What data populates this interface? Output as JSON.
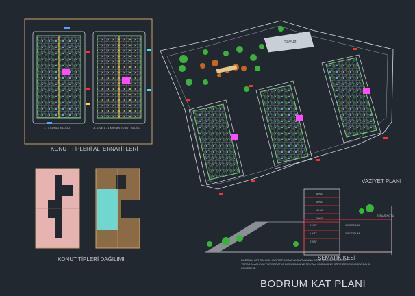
{
  "labels": {
    "types_alt": "KONUT TİPLERİ ALTERNATİFLERİ",
    "types_dist": "KONUT TİPLERİ DAĞILIMI",
    "site_plan": "VAZİYET PLANI",
    "section": "ŞEMATİK KESİT",
    "main_title": "BODRUM KAT PLANI",
    "pool": "havuz",
    "plan1_caption": "3 - 1 KONUT BLOĞU",
    "plan2_caption": "3 - 1 VE 1 - 1 KARMA KONUT BLOĞU",
    "section_notes": [
      "BODRUM KAT SAHASI KAZI TOPOGRAFYA DURUMUNA GÖRE ŞEKİLLENECEKTİR.",
      "TERAS ALAN AYNI TOPOGRAFYA DURUMUNA VE PEYZAJ ÇÖZÜMÜNE GÖRE BODRUM KATA DAHİL",
      "EDİLEBİLİR."
    ],
    "floor_labels": [
      "6.KAT",
      "5.KAT",
      "4.KAT",
      "3.KAT",
      "2.KAT",
      "1.KAT",
      "Z.KAT",
      "1.BODRUM",
      "2.BODRUM"
    ],
    "terrace_label": "TERAS KOTU"
  },
  "colors": {
    "background": "#212830",
    "frame": "#c9a46a",
    "wall": "#7fc97f",
    "pink_unit": "#e7b3b0",
    "brown_unit": "#8a6b46",
    "cyan_unit": "#6fd6d0",
    "magenta": "#ff4cff",
    "red_line": "#ff3030",
    "tree": "#3bb33b"
  }
}
